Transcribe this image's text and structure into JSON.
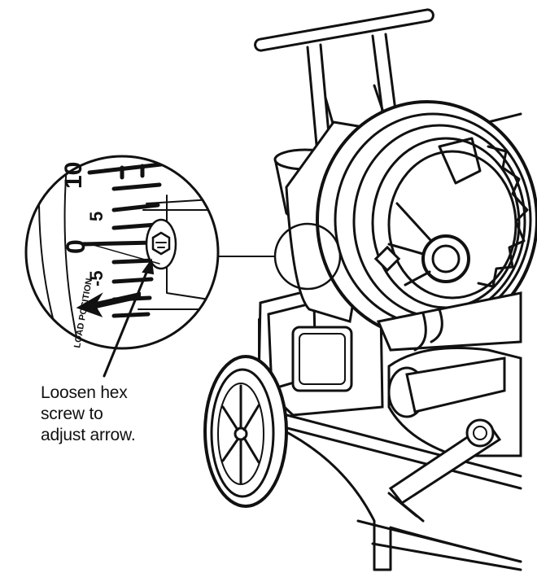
{
  "figure": {
    "colors": {
      "ink": "#111111",
      "paper": "#ffffff"
    },
    "gauge": {
      "scale_labels": [
        "10",
        "5",
        "0",
        "-5"
      ],
      "zero_label": "0",
      "pointer_label": "LOAD POSITION"
    },
    "callout": {
      "lines": [
        "Loosen hex",
        "screw to",
        "adjust arrow."
      ]
    }
  }
}
